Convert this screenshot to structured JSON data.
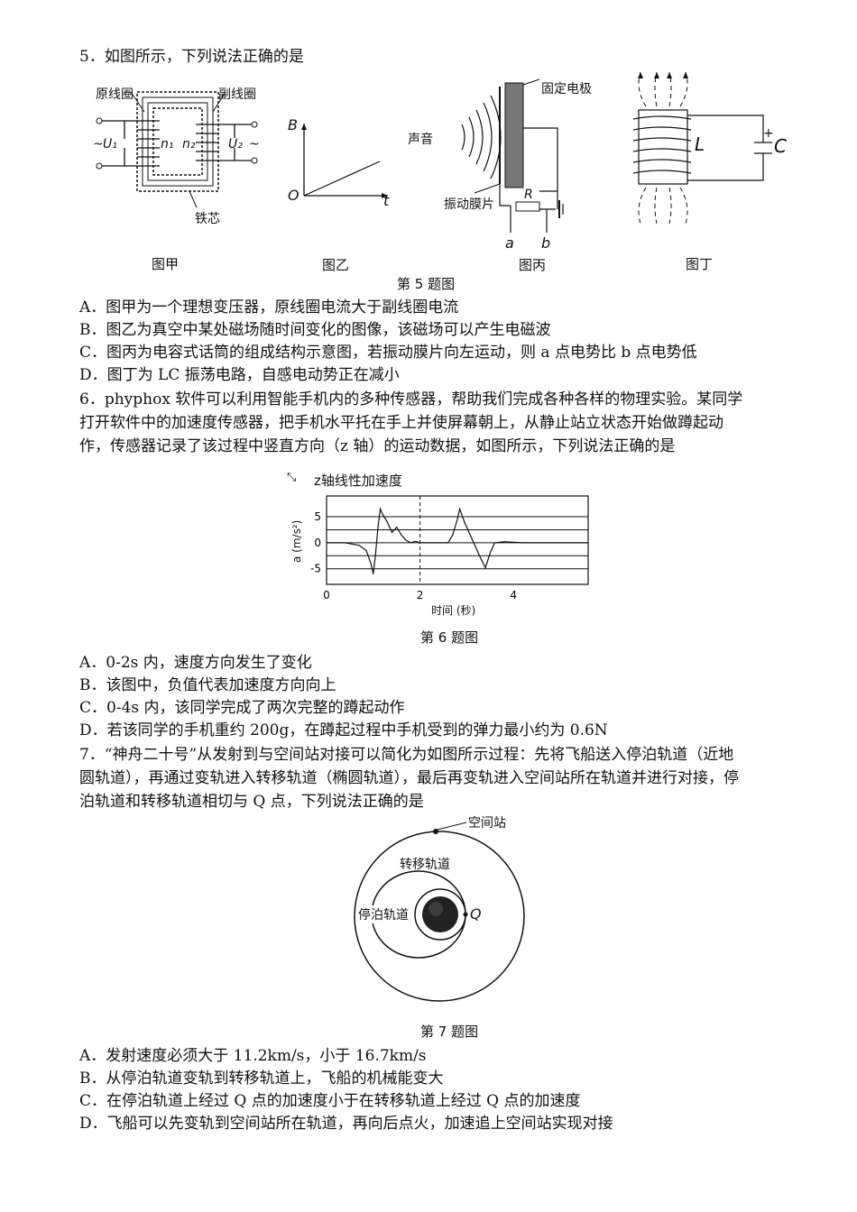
{
  "q5": {
    "stem": "5．如图所示，下列说法正确的是",
    "fig_jia": {
      "primary": "原线圈",
      "secondary": "副线圈",
      "core": "铁芯",
      "u1": "U₁",
      "u2": "U₂",
      "n1": "n₁",
      "n2": "n₂",
      "tilde": "~",
      "caption": "图甲"
    },
    "fig_yi": {
      "b": "B",
      "o": "O",
      "t": "t",
      "caption": "图乙"
    },
    "fig_bing": {
      "sound": "声音",
      "electrode": "固定电极",
      "membrane": "振动膜片",
      "r": "R",
      "a": "a",
      "b": "b",
      "caption": "图丙"
    },
    "fig_ding": {
      "l": "L",
      "c": "C",
      "plus": "+",
      "caption": "图丁"
    },
    "figure_title": "第 5 题图",
    "options": [
      "A．图甲为一个理想变压器，原线圈电流大于副线圈电流",
      "B．图乙为真空中某处磁场随时间变化的图像，该磁场可以产生电磁波",
      "C．图丙为电容式话筒的组成结构示意图，若振动膜片向左运动，则 a 点电势比 b 点电势低",
      "D．图丁为 LC 振荡电路，自感电动势正在减小"
    ]
  },
  "q6": {
    "stem_lines": [
      "6．phyphox 软件可以利用智能手机内的多种传感器，帮助我们完成各种各样的物理实验。某同学",
      "打开软件中的加速度传感器，把手机水平托在手上并使屏幕朝上，从静止站立状态开始做蹲起动",
      "作，传感器记录了该过程中竖直方向（z 轴）的运动数据，如图所示，下列说法正确的是"
    ],
    "figure_title": "第 6 题图",
    "options": [
      "A．0-2s 内，速度方向发生了变化",
      "B．该图中，负值代表加速度方向向上",
      "C．0-4s 内，该同学完成了两次完整的蹲起动作",
      "D．若该同学的手机重约 200g，在蹲起过程中手机受到的弹力最小约为 0.6N"
    ]
  },
  "chart_data": {
    "type": "line",
    "title": "z轴线性加速度",
    "xlabel": "时间 (秒)",
    "ylabel": "a (m/s²)",
    "xlim": [
      0,
      5.6
    ],
    "ylim": [
      -8,
      9
    ],
    "xticks": [
      0,
      2,
      4
    ],
    "yticks": [
      5,
      0,
      -5
    ],
    "grid": true,
    "series": [
      {
        "x": [
          0,
          0.4,
          0.7,
          0.85,
          0.95,
          1.0,
          1.05,
          1.1,
          1.15,
          1.2,
          1.3,
          1.4,
          1.5,
          1.6,
          1.7,
          1.8,
          1.9,
          2.0,
          2.3,
          2.6,
          2.7,
          2.8,
          2.85,
          2.95,
          3.05,
          3.15,
          3.3,
          3.4,
          3.5,
          3.6,
          3.8,
          4.2,
          5.0,
          5.6
        ],
        "y": [
          0,
          0,
          -0.5,
          -1.5,
          -4,
          -6,
          -2,
          3,
          6.5,
          5.5,
          4,
          2,
          3,
          1.5,
          0.5,
          0,
          0.3,
          0,
          0,
          0,
          1.5,
          4.5,
          6.5,
          4,
          2,
          0,
          -3,
          -4.8,
          -2,
          0,
          0.2,
          0,
          0,
          0
        ]
      }
    ]
  },
  "q7": {
    "stem_lines": [
      "7．“神舟二十号”从发射到与空间站对接可以简化为如图所示过程：先将飞船送入停泊轨道（近地",
      "圆轨道），再通过变轨进入转移轨道（椭圆轨道），最后再变轨进入空间站所在轨道并进行对接，停",
      "泊轨道和转移轨道相切与 Q 点，下列说法正确的是"
    ],
    "fig": {
      "station": "空间站",
      "transfer": "转移轨道",
      "parking": "停泊轨道",
      "q": "Q"
    },
    "figure_title": "第 7 题图",
    "options": [
      "A．发射速度必须大于 11.2km/s，小于 16.7km/s",
      "B．从停泊轨道变轨到转移轨道上，飞船的机械能变大",
      "C．在停泊轨道上经过 Q 点的加速度小于在转移轨道上经过 Q 点的加速度",
      "D．飞船可以先变轨到空间站所在轨道，再向后点火，加速追上空间站实现对接"
    ]
  }
}
